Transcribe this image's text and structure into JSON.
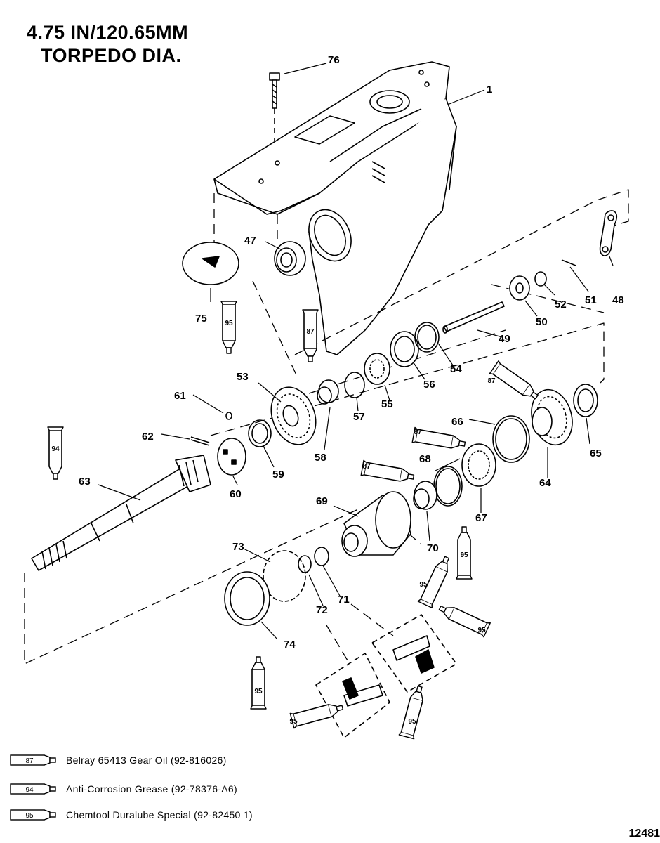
{
  "title": {
    "line1": "4.75 IN/120.65MM",
    "line2": "TORPEDO DIA."
  },
  "callouts": {
    "p1": "1",
    "p47": "47",
    "p48": "48",
    "p49": "49",
    "p50": "50",
    "p51": "51",
    "p52": "52",
    "p53": "53",
    "p54": "54",
    "p55": "55",
    "p56": "56",
    "p57": "57",
    "p58": "58",
    "p59": "59",
    "p60": "60",
    "p61": "61",
    "p62": "62",
    "p63": "63",
    "p64": "64",
    "p65": "65",
    "p66": "66",
    "p67": "67",
    "p68": "68",
    "p69": "69",
    "p70": "70",
    "p71": "71",
    "p72": "72",
    "p73": "73",
    "p74": "74",
    "p75": "75",
    "p76": "76"
  },
  "tube_labels": {
    "t87": "87",
    "t94": "94",
    "t95": "95"
  },
  "legend": [
    {
      "code": "87",
      "text": "Belray 65413 Gear Oil (92-816026)"
    },
    {
      "code": "94",
      "text": "Anti-Corrosion Grease (92-78376-A6)"
    },
    {
      "code": "95",
      "text": "Chemtool Duralube Special (92-82450 1)"
    }
  ],
  "figure_number": "12481"
}
